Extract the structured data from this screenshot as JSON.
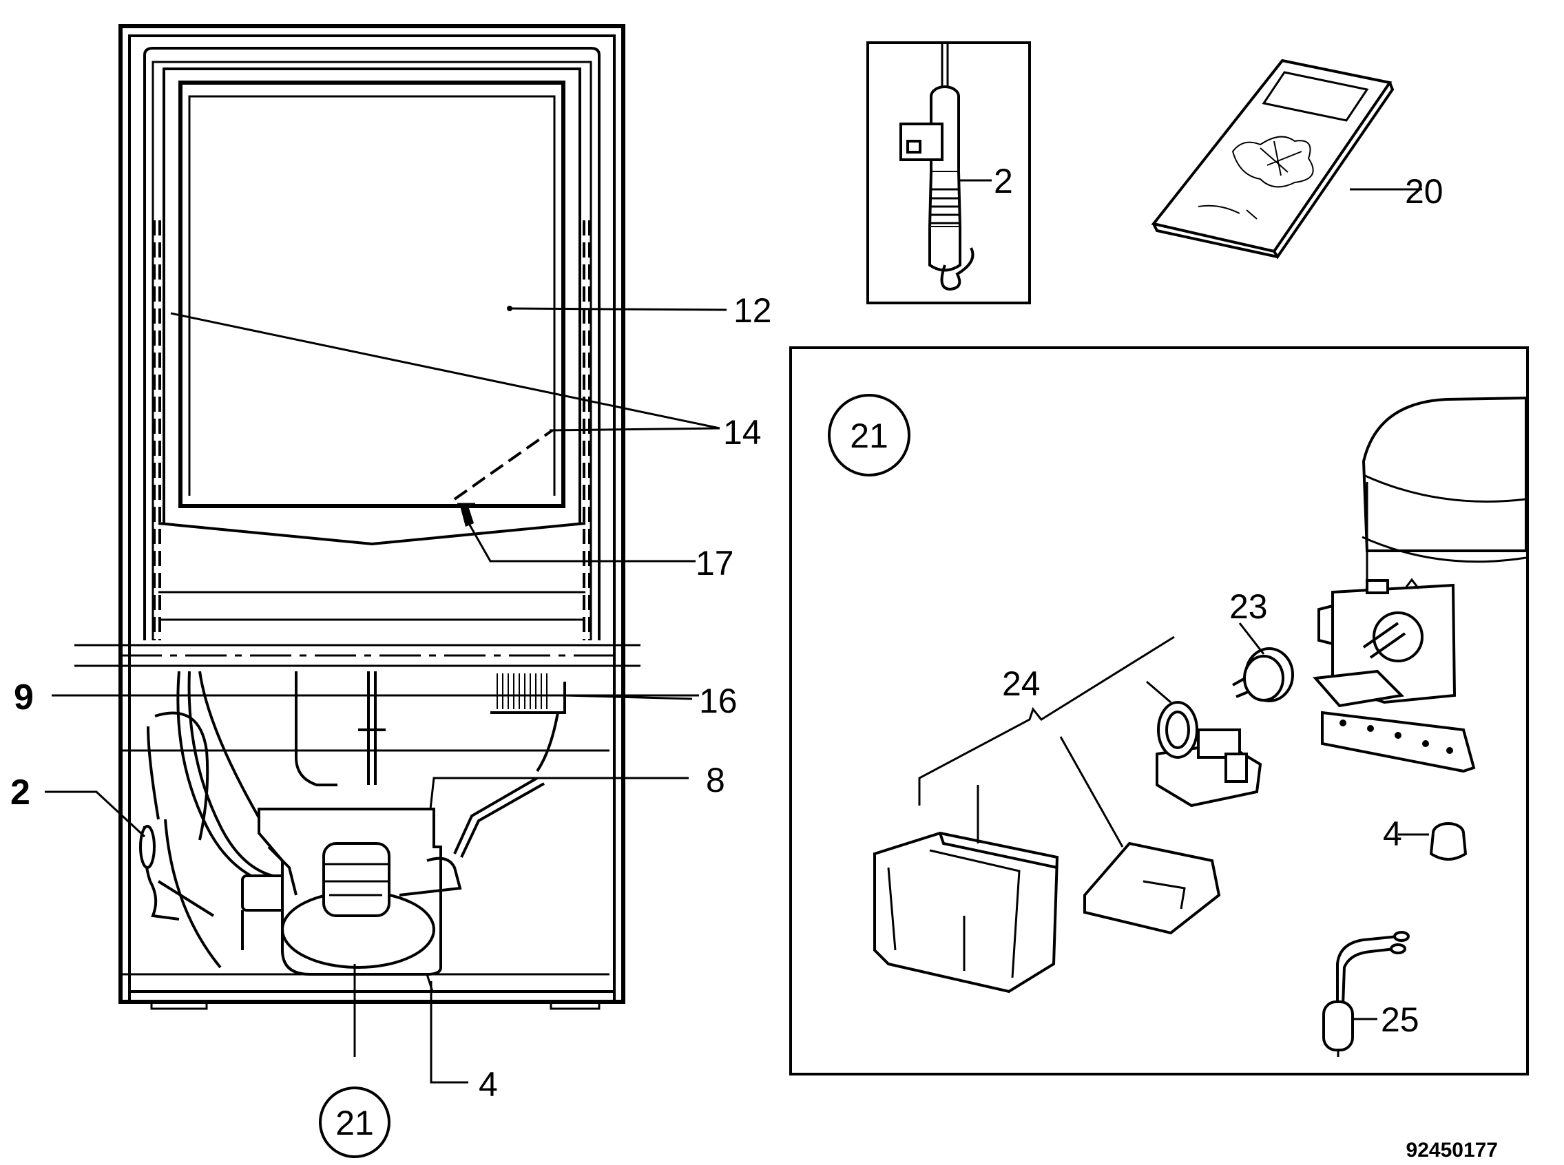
{
  "labels": {
    "fridge_12": "12",
    "fridge_14": "14",
    "fridge_17": "17",
    "fridge_9": "9",
    "fridge_16": "16",
    "fridge_2": "2",
    "fridge_8": "8",
    "fridge_4": "4",
    "fridge_21": "21",
    "thermostat_2": "2",
    "manual_20": "20",
    "detail_21": "21",
    "detail_23": "23",
    "detail_24": "24",
    "detail_4": "4",
    "detail_25": "25"
  },
  "document_number": "92450177"
}
